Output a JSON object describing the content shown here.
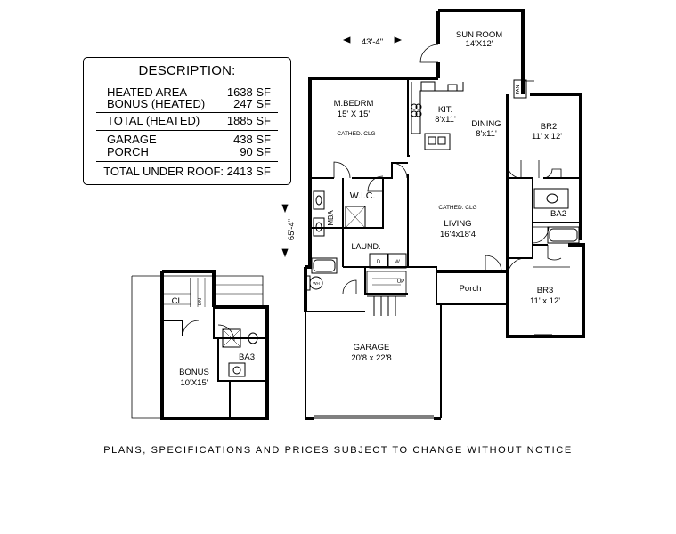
{
  "description": {
    "title": "DESCRIPTION:",
    "rows": [
      {
        "label": "HEATED AREA",
        "value": "1638 SF"
      },
      {
        "label": "BONUS (HEATED)",
        "value": "247 SF"
      },
      {
        "label": "TOTAL (HEATED)",
        "value": "1885 SF"
      },
      {
        "label": "GARAGE",
        "value": "438 SF"
      },
      {
        "label": "PORCH",
        "value": "90 SF"
      }
    ],
    "total_label": "TOTAL UNDER ROOF:",
    "total_value": "2413  SF"
  },
  "dimensions": {
    "width": "43'-4\"",
    "depth": "65'-4\""
  },
  "rooms": {
    "sun_room": {
      "name": "SUN ROOM",
      "size": "14'X12'"
    },
    "m_bedrm": {
      "name": "M.BEDRM",
      "size": "15' X 15'",
      "note": "CATHED. CLG"
    },
    "kit": {
      "name": "KIT.",
      "size": "8'x11'"
    },
    "dining": {
      "name": "DINING",
      "size": "8'x11'"
    },
    "br2": {
      "name": "BR2",
      "size": "11' x 12'"
    },
    "ba2": {
      "name": "BA2"
    },
    "wic": {
      "name": "W.I.C."
    },
    "mba": {
      "name": "MBA"
    },
    "laund": {
      "name": "LAUND."
    },
    "living": {
      "name": "LIVING",
      "size": "16'4x18'4",
      "note": "CATHED. CLG"
    },
    "porch": {
      "name": "Porch"
    },
    "br3": {
      "name": "BR3",
      "size": "11' x 12'"
    },
    "garage": {
      "name": "GARAGE",
      "size": "20'8 x 22'8"
    },
    "bonus": {
      "name": "BONUS",
      "size": "10'X15'"
    },
    "cl": {
      "name": "CL."
    },
    "ba3": {
      "name": "BA3"
    }
  },
  "tags": {
    "pan": "PAN",
    "up": "UP",
    "dn": "DN",
    "wh": "WH",
    "d": "D",
    "w": "W"
  },
  "notice": "PLANS, SPECIFICATIONS AND PRICES SUBJECT TO CHANGE WITHOUT NOTICE"
}
